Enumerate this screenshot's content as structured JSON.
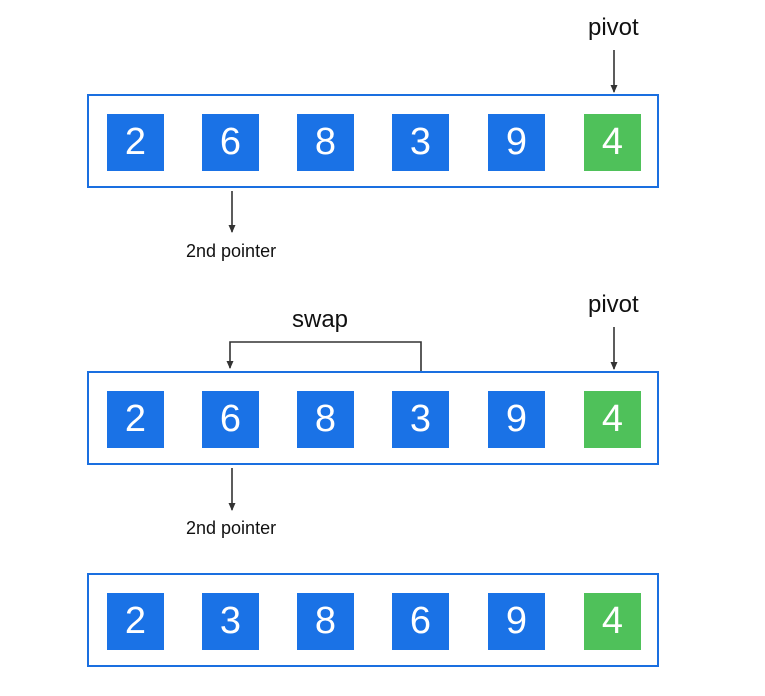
{
  "colors": {
    "cell": "#1a72e6",
    "pivot_cell": "#4fc15a",
    "frame": "#1a6fe0",
    "arrow": "#333333"
  },
  "rows": [
    {
      "values": [
        "2",
        "6",
        "8",
        "3",
        "9",
        "4"
      ],
      "pivot_label": "pivot",
      "pointer_label": "2nd pointer"
    },
    {
      "values": [
        "2",
        "6",
        "8",
        "3",
        "9",
        "4"
      ],
      "pivot_label": "pivot",
      "pointer_label": "2nd pointer",
      "swap_label": "swap"
    },
    {
      "values": [
        "2",
        "3",
        "8",
        "6",
        "9",
        "4"
      ]
    }
  ]
}
